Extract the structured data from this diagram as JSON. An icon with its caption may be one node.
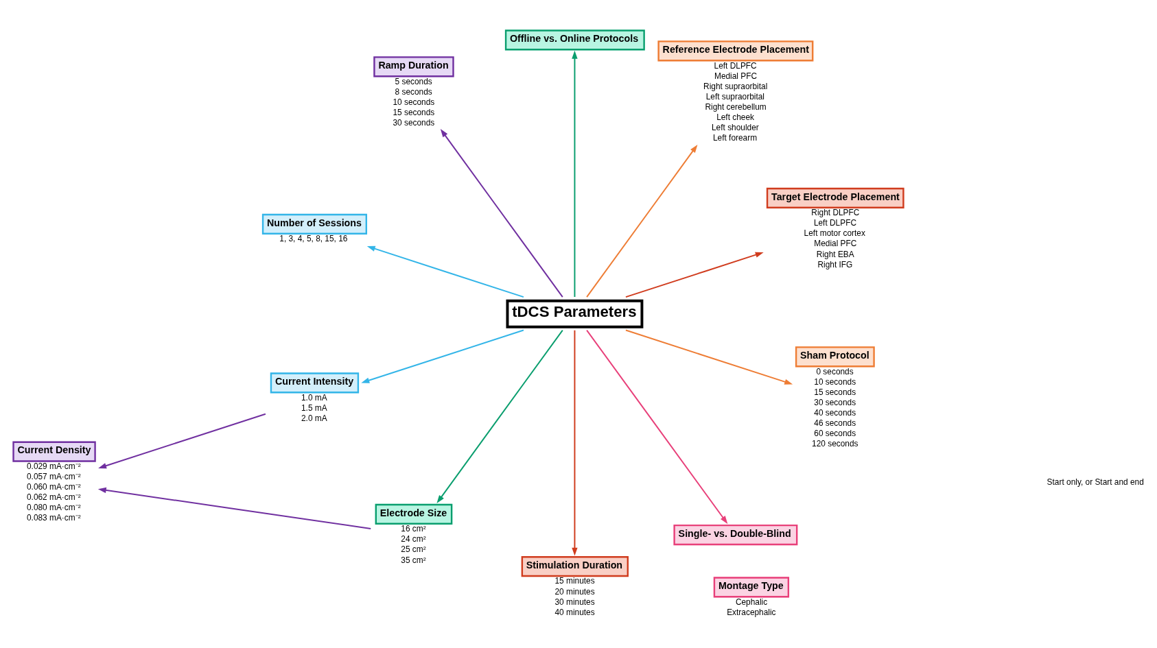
{
  "diagram": {
    "nodes": [
      {
        "text": [
          "tDCS Parameters"
        ]
      },
      {
        "text": [
          "Target Electrode Placement"
        ],
        "beside": [
          "Right DLPFC",
          "Left DLPFC",
          "Left motor cortex",
          "Medial PFC",
          "Right EBA",
          "Right IFG"
        ]
      },
      {
        "text": [
          "Reference Electrode Placement"
        ],
        "beside": [
          "Left DLPFC",
          "Medial PFC",
          "Right supraorbital",
          "Left supraorbital",
          "Right cerebellum",
          "Left cheek",
          "Left shoulder",
          "Left forearm"
        ]
      },
      {
        "text": [
          "Montage Type"
        ],
        "beside": [
          "Cephalic",
          "Extracephalic"
        ]
      },
      {
        "text": [
          "Offline vs. Online Protocols"
        ]
      },
      {
        "text": [
          "Ramp Duration"
        ],
        "beside": [
          "5 seconds",
          "8 seconds",
          "10 seconds",
          "15 seconds",
          "30 seconds"
        ]
      },
      {
        "text": [
          "Number of Sessions"
        ],
        "beside": [
          "1, 3, 4, 5, 8, 15, 16"
        ]
      },
      {
        "text": [
          "Current Intensity"
        ],
        "beside": [
          "1.0 mA",
          "1.5 mA",
          "2.0 mA"
        ]
      },
      {
        "text": [
          "Electrode Size"
        ],
        "beside": [
          "16 cm²",
          "24 cm²",
          "25 cm²",
          "35 cm²"
        ]
      },
      {
        "text": [
          "Current Density"
        ],
        "beside": [
          "0.029 mA·cm⁻²",
          "0.057 mA·cm⁻²",
          "0.060 mA·cm⁻²",
          "0.062 mA·cm⁻²",
          "0.080 mA·cm⁻²",
          "0.083 mA·cm⁻²"
        ]
      },
      {
        "text": [
          "Stimulation Duration"
        ],
        "beside": [
          "15 minutes",
          "20 minutes",
          "30 minutes",
          "40 minutes"
        ]
      },
      {
        "text": [
          "Single- vs. Double-Blind"
        ]
      },
      {
        "text": [
          "Sham Protocol"
        ],
        "beside": [
          "0 seconds",
          "10 seconds",
          "15 seconds",
          "30 seconds",
          "40 seconds",
          "46 seconds",
          "60 seconds",
          "120 seconds"
        ]
      }
    ],
    "edges": [
      {
        "from": 0,
        "to": 1,
        "arrow": "to",
        "color": "#d03c1e"
      },
      {
        "from": 0,
        "to": 2,
        "arrow": "to",
        "color": "#ee7d35"
      },
      {
        "from": 0,
        "to": 7,
        "arrow": "to",
        "color": "#33b5e8"
      },
      {
        "from": 0,
        "to": 8,
        "arrow": "to",
        "color": "#0a9e6e"
      },
      {
        "from": 7,
        "to": 9,
        "arrow": "to",
        "color": "#7030a0"
      },
      {
        "from": 8,
        "to": 9,
        "arrow": "to",
        "color": "#7030a0"
      },
      {
        "from": 0,
        "to": 4,
        "arrow": "to",
        "color": "#0a9e6e"
      },
      {
        "from": 0,
        "to": 5,
        "arrow": "to",
        "color": "#7030a0"
      },
      {
        "from": 0,
        "to": 6,
        "arrow": "to",
        "color": "#33b5e8"
      },
      {
        "from": 0,
        "to": 11,
        "arrow": "to",
        "color": "#e8407a"
      },
      {
        "from": 0,
        "to": 10,
        "arrow": "to",
        "color": "#d03c1e"
      },
      {
        "from": 0,
        "to": 12,
        "arrow": "to",
        "color": "#ee7d35"
      }
    ],
    "labels": [
      "Start only, or Start and end"
    ]
  }
}
